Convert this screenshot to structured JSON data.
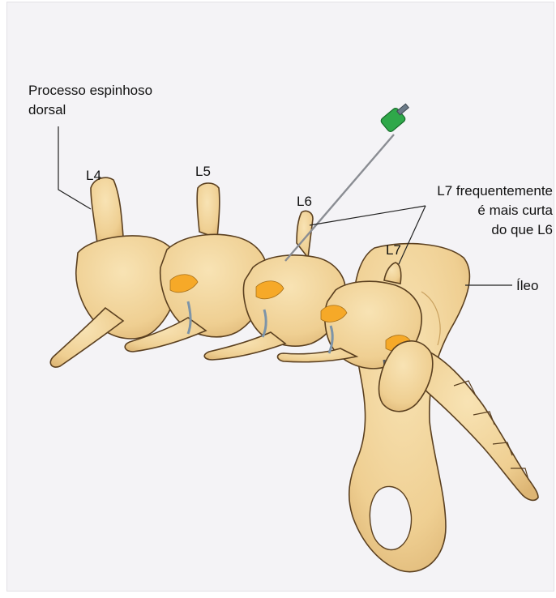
{
  "labels": {
    "spinous_line1": "Processo espinhoso",
    "spinous_line2": "dorsal",
    "l4": "L4",
    "l5": "L5",
    "l6": "L6",
    "l7": "L7",
    "l7_note_line1": "L7 frequentemente",
    "l7_note_line2": "é mais curta",
    "l7_note_line3": "do que L6",
    "ileum": "Íleo"
  },
  "colors": {
    "bone_fill": "#f1d49a",
    "bone_stroke": "#5b4020",
    "bone_shade": "#d9b46c",
    "joint_orange": "#f6a928",
    "disc_blue": "#7d94a8",
    "needle_hub": "#2fa84a",
    "needle_shaft": "#8a8d93",
    "page_background": "#f4f3f6"
  }
}
